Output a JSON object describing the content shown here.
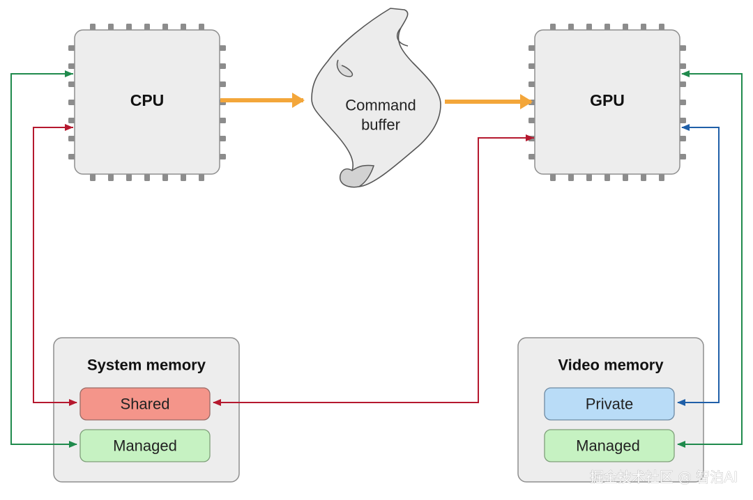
{
  "colors": {
    "green": "#1f8a4c",
    "red": "#b5182e",
    "blue": "#1f5fa8",
    "orange": "#f3a63a",
    "shared_fill": "#f4958a",
    "private_fill": "#b9dcf7",
    "managed_fill": "#c6f2c2"
  },
  "icons": {
    "cpu": "chip-icon",
    "gpu": "chip-icon",
    "command_buffer": "scroll-icon"
  },
  "cpu": {
    "label": "CPU"
  },
  "gpu": {
    "label": "GPU"
  },
  "command_buffer": {
    "line1": "Command",
    "line2": "buffer"
  },
  "system_memory": {
    "title": "System memory",
    "shared_label": "Shared",
    "managed_label": "Managed"
  },
  "video_memory": {
    "title": "Video memory",
    "private_label": "Private",
    "managed_label": "Managed"
  },
  "watermark": "掘金技术社区 @ 智泊AI"
}
